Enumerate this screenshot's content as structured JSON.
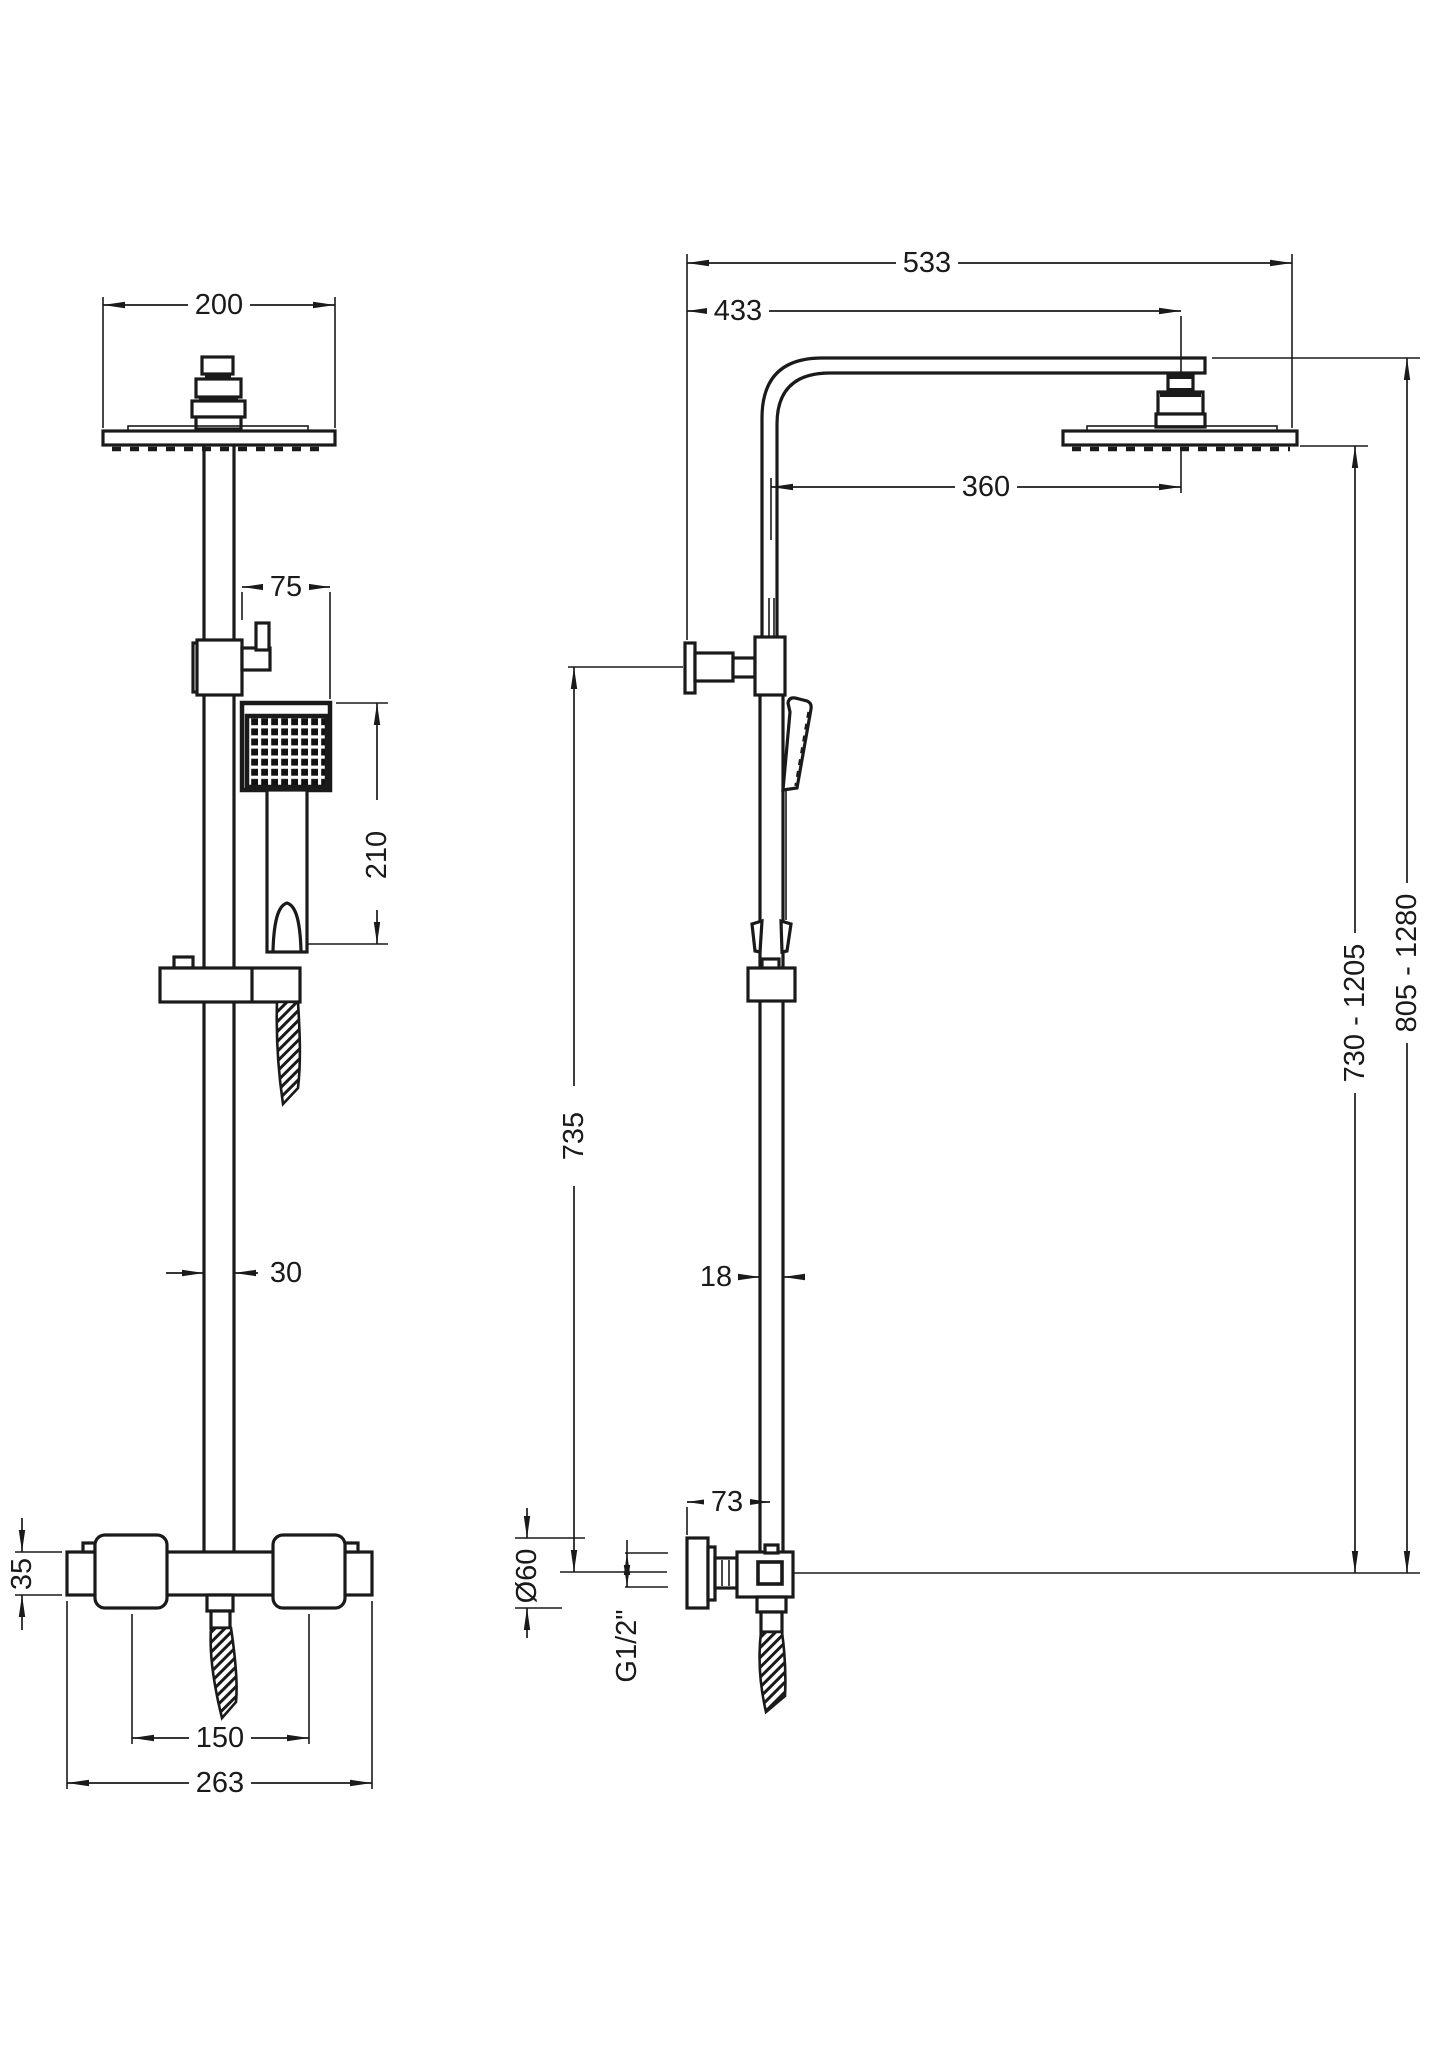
{
  "drawing": {
    "description_labels": {
      "front_view": {
        "head_width": "200",
        "handset_offset": "75",
        "handset_length": "210",
        "rail_width": "30",
        "valve_height": "35",
        "inlet_centres": "150",
        "valve_width": "263"
      },
      "side_view": {
        "projection_overall": "533",
        "projection_to_head_centre": "433",
        "projection_rail_to_head": "360",
        "bracket_to_valve": "735",
        "rail_depth": "18",
        "wall_to_rail": "73",
        "flange_diameter": "Ø60",
        "inlet_thread": "G1/2\"",
        "adjustable_head_height": "730 - 1205",
        "adjustable_overall_height": "805 - 1280"
      }
    },
    "colors": {
      "line": "#1a1a1a",
      "background": "#ffffff"
    }
  }
}
